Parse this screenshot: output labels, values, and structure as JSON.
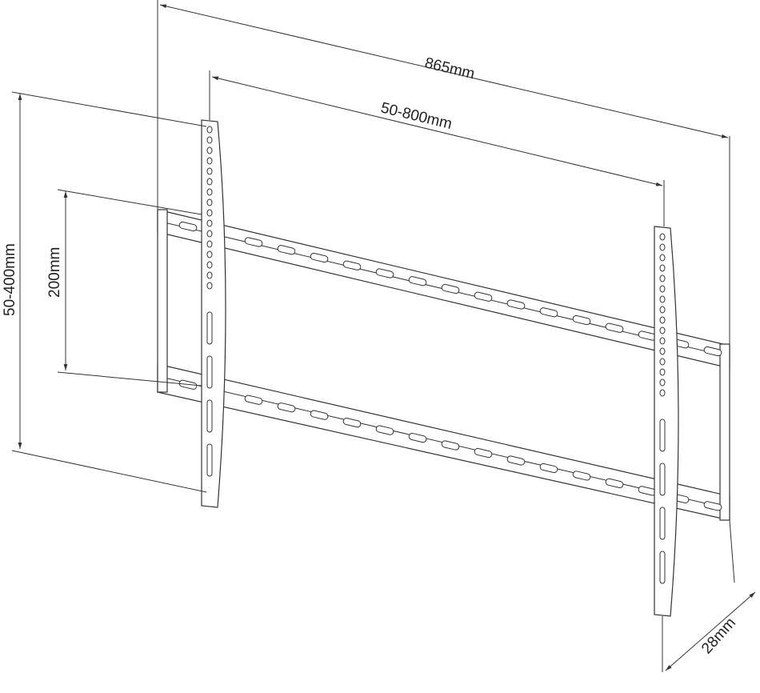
{
  "dimensions": {
    "overall_width": "865mm",
    "vesa_horizontal": "50-800mm",
    "vesa_vertical": "50-400mm",
    "rail_spacing": "200mm",
    "depth": "28mm"
  },
  "colors": {
    "line": "#333333",
    "background": "#ffffff"
  }
}
